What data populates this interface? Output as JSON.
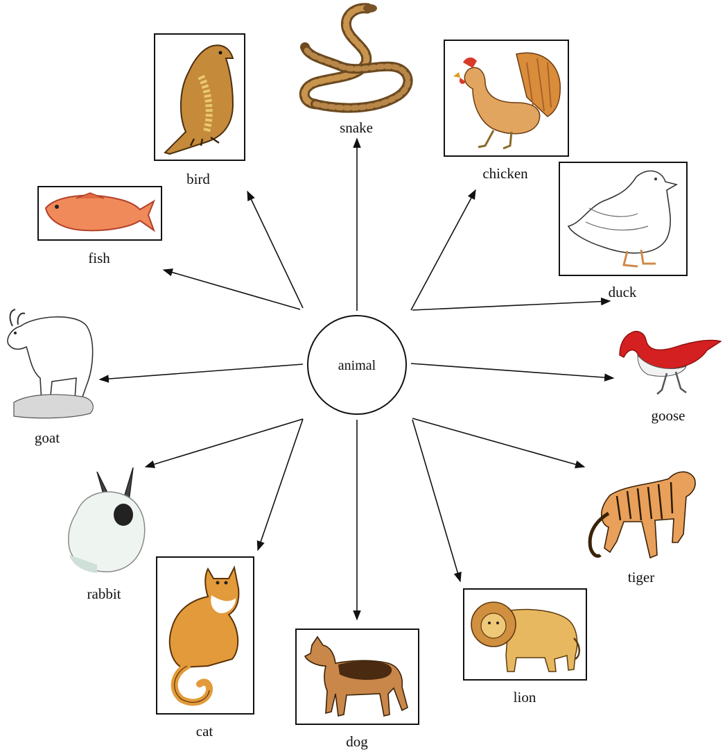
{
  "center": {
    "label": "animal"
  },
  "nodes": [
    {
      "id": "snake",
      "label": "snake"
    },
    {
      "id": "bird",
      "label": "bird"
    },
    {
      "id": "chicken",
      "label": "chicken"
    },
    {
      "id": "fish",
      "label": "fish"
    },
    {
      "id": "duck",
      "label": "duck"
    },
    {
      "id": "goat",
      "label": "goat"
    },
    {
      "id": "goose",
      "label": "goose"
    },
    {
      "id": "rabbit",
      "label": "rabbit"
    },
    {
      "id": "tiger",
      "label": "tiger"
    },
    {
      "id": "cat",
      "label": "cat"
    },
    {
      "id": "dog",
      "label": "dog"
    },
    {
      "id": "lion",
      "label": "lion"
    }
  ]
}
